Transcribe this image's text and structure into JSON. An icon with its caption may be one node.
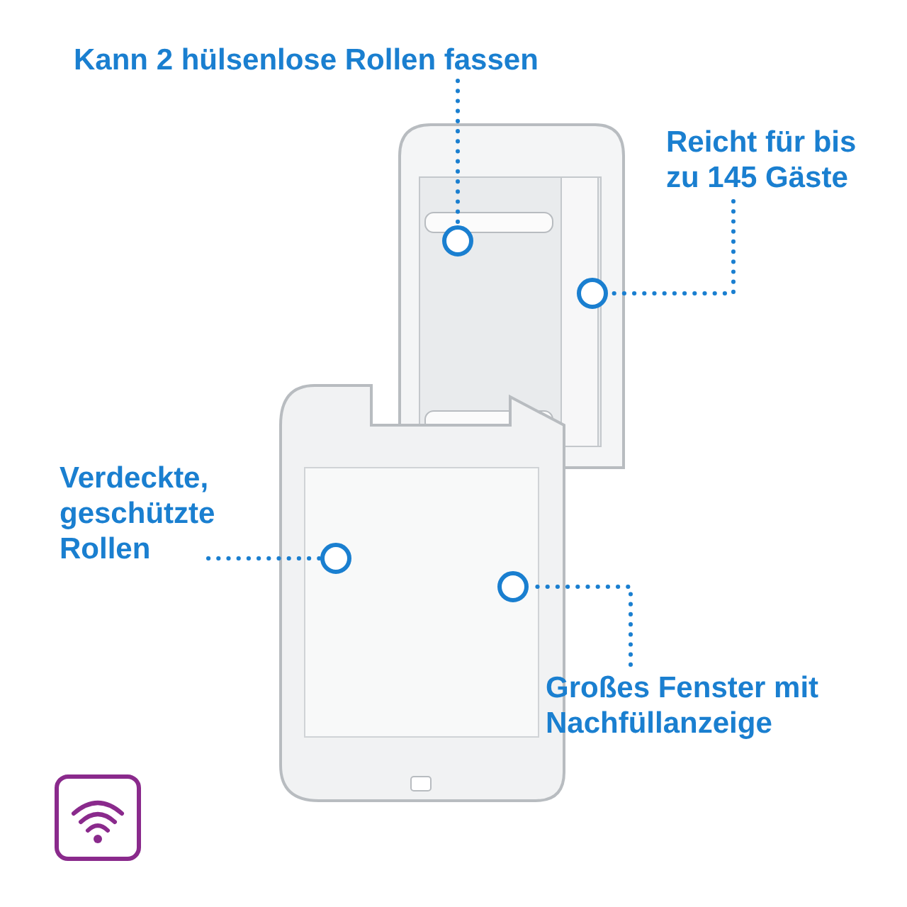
{
  "diagram": {
    "nodes": [
      {
        "text": [
          "Kann 2 hülsenlose Rollen fassen"
        ]
      },
      {
        "text": [],
        "shape": "circle"
      },
      {
        "text": [
          "Reicht für bis zu 145 Gäste"
        ]
      },
      {
        "text": [],
        "shape": "circle"
      },
      {
        "text": [
          "Verdeckte, geschützte Rollen"
        ]
      },
      {
        "text": [],
        "shape": "circle"
      },
      {
        "text": [],
        "shape": "circle"
      },
      {
        "text": [
          "Großes Fenster mit Nachfüllanzeige"
        ]
      }
    ],
    "edges": [
      {
        "from": 0,
        "to": 1,
        "arrow": "none",
        "style": "dashed"
      },
      {
        "from": 2,
        "to": 3,
        "arrow": "none",
        "style": "dashed"
      },
      {
        "from": 4,
        "to": 5,
        "arrow": "none",
        "style": "dashed"
      },
      {
        "from": 7,
        "to": 6,
        "arrow": "none",
        "style": "dashed"
      }
    ]
  }
}
